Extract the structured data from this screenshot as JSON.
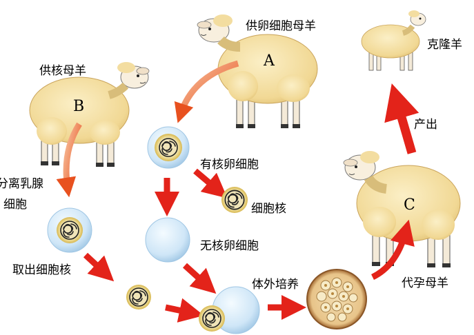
{
  "sheep": {
    "donor_a": {
      "role": "供卵细胞母羊",
      "letter": "A"
    },
    "donor_b": {
      "role": "供核母羊",
      "letter": "B"
    },
    "surrogate_c": {
      "role": "代孕母羊",
      "letter": "C"
    },
    "clone": {
      "role": "克隆羊"
    }
  },
  "steps": {
    "separate_cells": "分离乳腺\n细胞",
    "take_nucleus": "取出细胞核",
    "nucleated_egg": "有核卵细胞",
    "nucleus": "细胞核",
    "enucleated_egg": "无核卵细胞",
    "in_vitro_culture": "体外培养",
    "birth": "产出"
  },
  "colors": {
    "background": "#ffffff",
    "sheep_wool": "#f3dda0",
    "sheep_wool_shadow": "#e3c579",
    "sheep_face": "#f7efe0",
    "arrow_red": "#e3231a",
    "arrow_orange": "#f07a45",
    "cell_blue": "#cfe6f7",
    "cell_yellow": "#f2df8a",
    "nucleus_dark": "#2a2a2a",
    "embryo_brown": "#c98a50"
  }
}
